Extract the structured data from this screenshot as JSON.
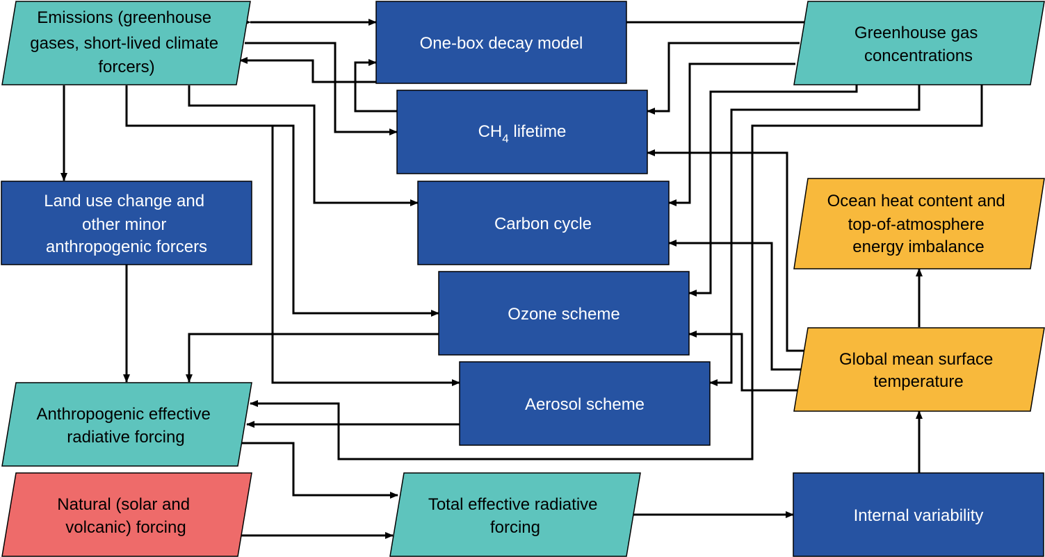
{
  "colors": {
    "model_box": "#2653a2",
    "input_output": "#5ec4bd",
    "temperature_output": "#f8b93c",
    "natural_forcing": "#ee6b6a",
    "connector": "#000000"
  },
  "nodes": {
    "emissions": {
      "lines": [
        "Emissions (greenhouse",
        "gases, short-lived climate",
        "forcers)"
      ]
    },
    "one_box": {
      "lines": [
        "One-box decay model"
      ]
    },
    "ghg_conc": {
      "lines": [
        "Greenhouse gas",
        "concentrations"
      ]
    },
    "ch4": {
      "main": "CH",
      "sub": "4",
      "rest": " lifetime"
    },
    "land_use": {
      "lines": [
        "Land use change and",
        "other minor",
        "anthropogenic forcers"
      ]
    },
    "carbon": {
      "lines": [
        "Carbon cycle"
      ]
    },
    "ocean": {
      "lines": [
        "Ocean heat content and",
        "top-of-atmosphere",
        "energy imbalance"
      ]
    },
    "ozone": {
      "lines": [
        "Ozone scheme"
      ]
    },
    "gmst": {
      "lines": [
        "Global mean surface",
        "temperature"
      ]
    },
    "aerosol": {
      "lines": [
        "Aerosol scheme"
      ]
    },
    "anthro_erf": {
      "lines": [
        "Anthropogenic effective",
        "radiative forcing"
      ]
    },
    "natural": {
      "lines": [
        "Natural (solar and",
        "volcanic) forcing"
      ]
    },
    "total_erf": {
      "lines": [
        "Total effective radiative",
        "forcing"
      ]
    },
    "internal": {
      "lines": [
        "Internal variability"
      ]
    }
  }
}
